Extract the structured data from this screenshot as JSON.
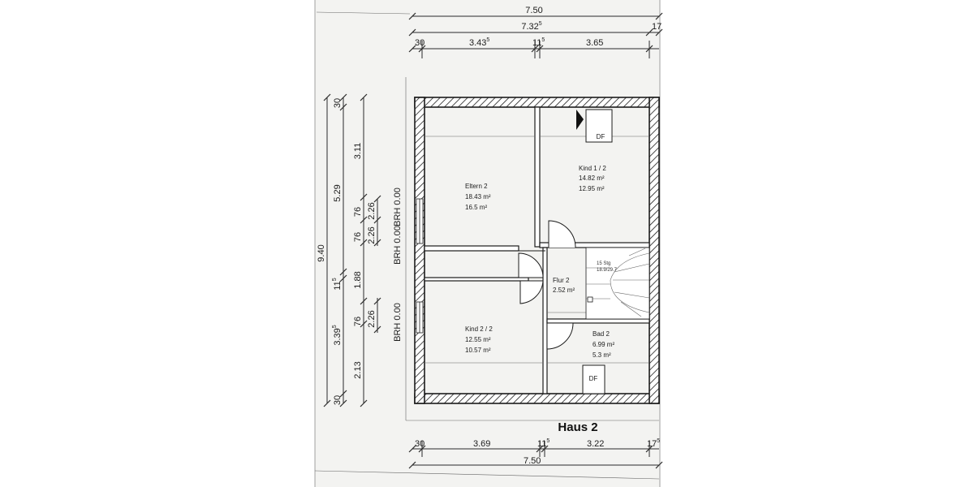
{
  "title": "Haus 2",
  "rooms": [
    {
      "key": "eltern",
      "name": "Eltern 2",
      "area1": "18.43 m²",
      "area2": "16.5 m²"
    },
    {
      "key": "kind1",
      "name": "Kind 1 / 2",
      "area1": "14.82 m²",
      "area2": "12.95 m²"
    },
    {
      "key": "flur",
      "name": "Flur 2",
      "area1": "2.52 m²"
    },
    {
      "key": "kind2",
      "name": "Kind 2 / 2",
      "area1": "12.55 m²",
      "area2": "10.57 m²"
    },
    {
      "key": "bad",
      "name": "Bad 2",
      "area1": "6.99 m²",
      "area2": "5.3 m²"
    }
  ],
  "skylight_label": "DF",
  "stair": {
    "steps": "15 Stg",
    "ratio": "18.9/29.7"
  },
  "brh_labels": [
    "BRH 0.00",
    "BRH 0.00",
    "BRH 0.00"
  ],
  "top_dims": {
    "overall": "7.50",
    "inner": "7.32",
    "inner_sup": "5",
    "right_cut": "17",
    "segments": [
      {
        "text": "30"
      },
      {
        "text": "3.43",
        "sup": "5"
      },
      {
        "text": "11",
        "sup": "5"
      },
      {
        "text": "3.65"
      }
    ]
  },
  "bottom_dims": {
    "overall": "7.50",
    "segments": [
      {
        "text": "30"
      },
      {
        "text": "3.69"
      },
      {
        "text": "11",
        "sup": "5"
      },
      {
        "text": "3.22"
      },
      {
        "text": "17",
        "sup": "5"
      }
    ]
  },
  "left_dims": {
    "overall": "9.40",
    "col2": [
      {
        "text": "30"
      },
      {
        "text": "5.29"
      },
      {
        "text": "11",
        "sup": "5"
      },
      {
        "text": "3.39",
        "sup": "5"
      },
      {
        "text": "30"
      }
    ],
    "col3": [
      {
        "text": "3.11"
      },
      {
        "text": "76"
      },
      {
        "text": "76"
      },
      {
        "text": "1.88"
      },
      {
        "text": "76"
      },
      {
        "text": "2.13"
      }
    ],
    "col4": [
      {
        "text": "2.26"
      },
      {
        "text": "2.26"
      },
      {
        "text": "2.26"
      }
    ]
  }
}
